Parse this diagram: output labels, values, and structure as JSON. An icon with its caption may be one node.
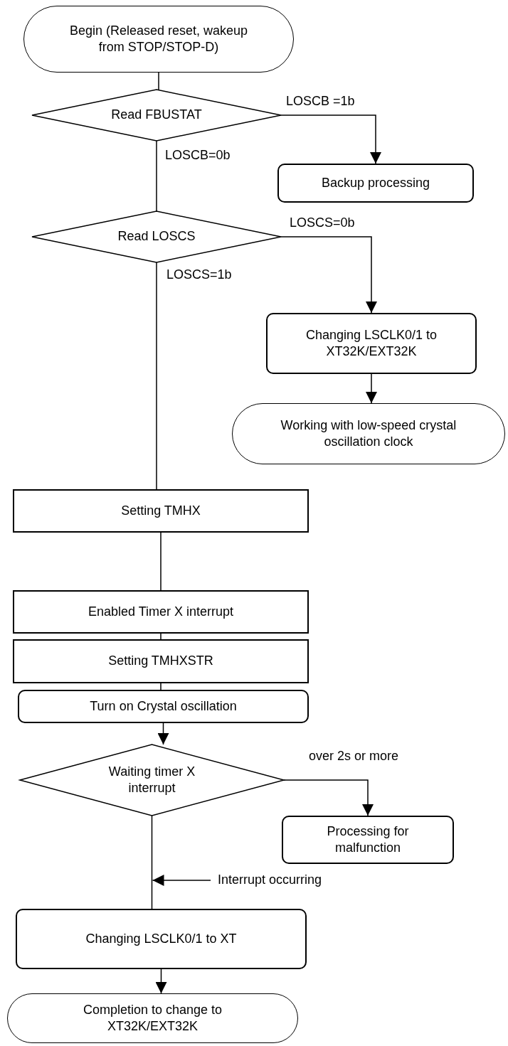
{
  "diagram": {
    "nodes": [
      {
        "text": [
          "Begin (Released reset, wakeup from STOP/STOP-D)"
        ]
      },
      {
        "text": [
          "Read FBUSTAT"
        ]
      },
      {
        "text": [
          "Backup processing"
        ]
      },
      {
        "text": [
          "Read LOSCS"
        ]
      },
      {
        "text": [
          "Changing LSCLK0/1 to XT32K/EXT32K"
        ]
      },
      {
        "text": [
          "Working with low-speed crystal oscillation clock"
        ]
      },
      {
        "text": [
          "Setting TMHX"
        ]
      },
      {
        "text": [
          "Enabled Timer X interrupt"
        ]
      },
      {
        "text": [
          "Setting TMHXSTR"
        ]
      },
      {
        "text": [
          "Turn on Crystal oscillation"
        ]
      },
      {
        "text": [
          "Waiting timer X interrupt"
        ]
      },
      {
        "text": [
          "Processing for malfunction"
        ]
      },
      {
        "text": [
          "Changing LSCLK0/1 to XT"
        ]
      },
      {
        "text": [
          "Completion to change to XT32K/EXT32K"
        ]
      },
      {
        "text": [
          "Interrupt occurring"
        ]
      }
    ],
    "edges": [
      {
        "from": 0,
        "to": 1,
        "arrow": "none"
      },
      {
        "from": 1,
        "to": 2,
        "arrow": "to",
        "label": "LOSCB =1b"
      },
      {
        "from": 1,
        "to": 3,
        "arrow": "none",
        "label": "LOSCB=0b"
      },
      {
        "from": 3,
        "to": 4,
        "arrow": "to",
        "label": "LOSCS=0b"
      },
      {
        "from": 3,
        "to": 6,
        "arrow": "none",
        "label": "LOSCS=1b"
      },
      {
        "from": 4,
        "to": 5,
        "arrow": "to"
      },
      {
        "from": 6,
        "to": 7,
        "arrow": "none"
      },
      {
        "from": 7,
        "to": 8,
        "arrow": "none"
      },
      {
        "from": 8,
        "to": 9,
        "arrow": "none"
      },
      {
        "from": 9,
        "to": 10,
        "arrow": "to"
      },
      {
        "from": 10,
        "to": 11,
        "arrow": "to",
        "label": "over 2s or more"
      },
      {
        "from": 10,
        "to": 12,
        "arrow": "none"
      },
      {
        "from": 12,
        "to": 13,
        "arrow": "to"
      },
      {
        "from": 14,
        "to": null,
        "arrow": "to"
      }
    ]
  }
}
